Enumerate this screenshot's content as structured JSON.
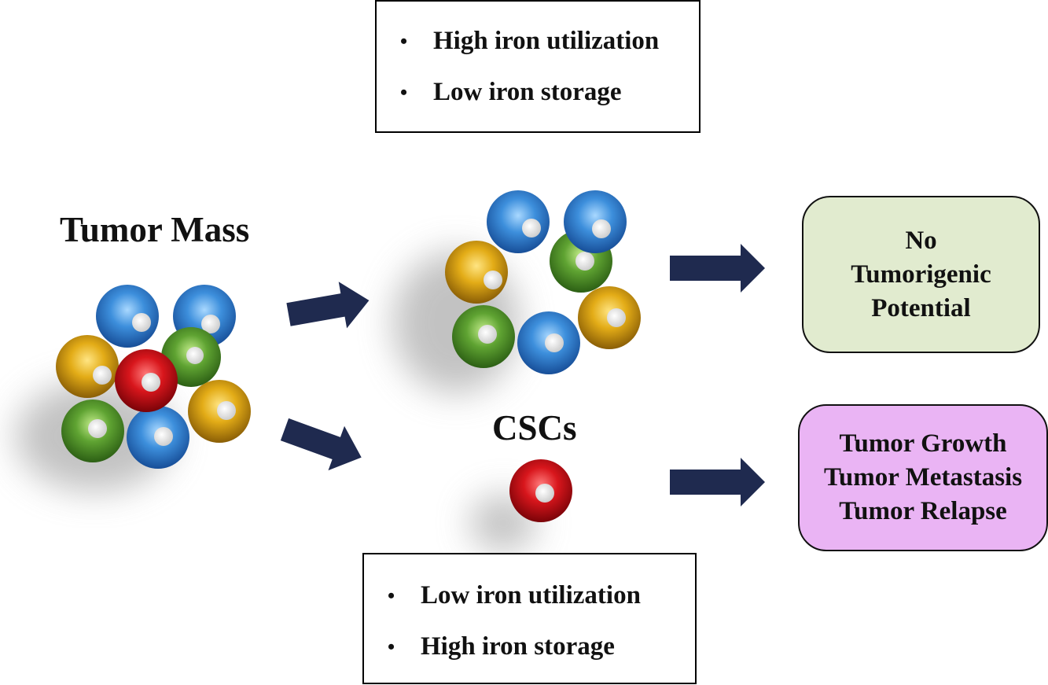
{
  "top_box": {
    "items": [
      "High iron utilization",
      "Low iron storage"
    ]
  },
  "bottom_box": {
    "items": [
      "Low iron utilization",
      "High iron storage"
    ]
  },
  "labels": {
    "tumor_mass": "Tumor Mass",
    "cscs": "CSCs"
  },
  "outcomes": {
    "non_tumorigenic": [
      "No",
      "Tumorigenic",
      "Potential"
    ],
    "cancer_stem_cell": [
      "Tumor Growth",
      "Tumor Metastasis",
      "Tumor Relapse"
    ]
  },
  "colors": {
    "arrow": "#1f2a4f",
    "cell_blue": "#3d8fdc",
    "cell_green": "#5fa332",
    "cell_yellow": "#e3ac17",
    "cell_red": "#d8161c",
    "outcome_green": "#e1ebcf",
    "outcome_pink": "#eab4f4"
  }
}
